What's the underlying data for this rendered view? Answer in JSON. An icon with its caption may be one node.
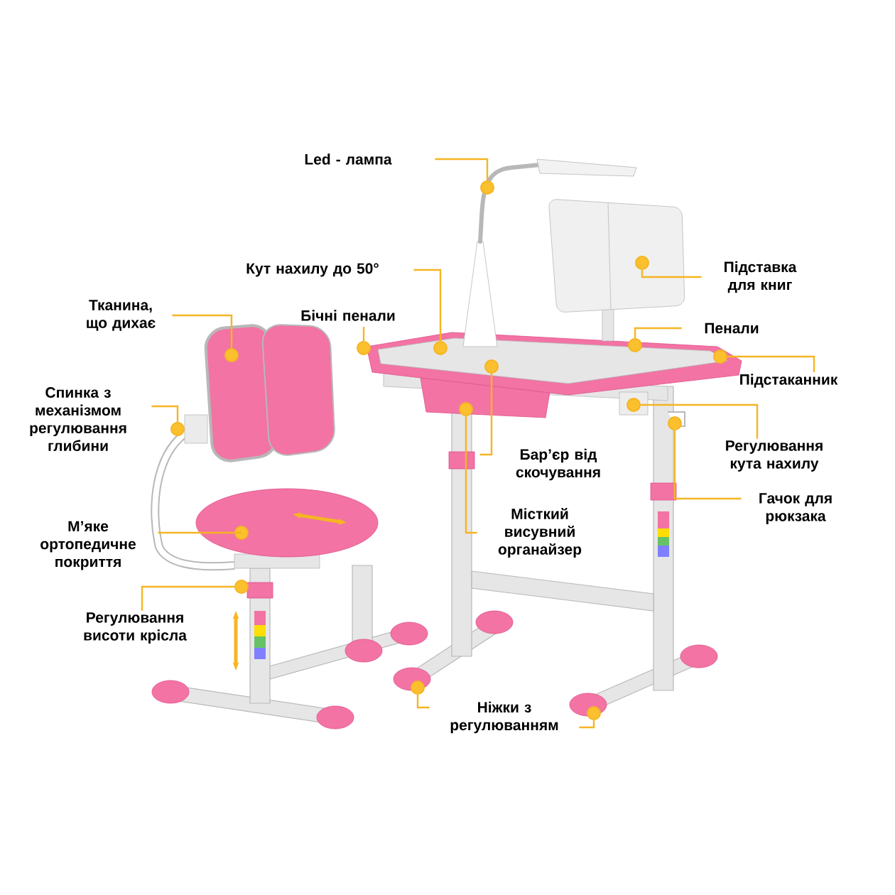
{
  "diagram": {
    "nodes": [
      {
        "text": [
          "Led - лампа"
        ]
      },
      {
        "text": [
          "Кут нахилу до 50°"
        ]
      },
      {
        "text": [
          "Тканина, що дихає"
        ]
      },
      {
        "text": [
          "Бічні пенали"
        ]
      },
      {
        "text": [
          "Спинка з механізмом регулювання глибини"
        ]
      },
      {
        "text": [
          "М’яке ортопедичне покриття"
        ]
      },
      {
        "text": [
          "Регулювання висоти крісла"
        ]
      },
      {
        "text": [
          "Ніжки з регулюванням"
        ]
      },
      {
        "text": [
          "Підставка для книг"
        ]
      },
      {
        "text": [
          "Пенали"
        ]
      },
      {
        "text": [
          "Підстаканник"
        ]
      },
      {
        "text": [
          "Регулювання кута нахилу"
        ]
      },
      {
        "text": [
          "Бар’єр від скочування"
        ]
      },
      {
        "text": [
          "Гачок для рюкзака"
        ]
      },
      {
        "text": [
          "Місткий висувний органайзер"
        ]
      },
      {
        "text": [],
        "shape": "circle"
      },
      {
        "text": [],
        "shape": "circle"
      },
      {
        "text": [],
        "shape": "circle"
      },
      {
        "text": [],
        "shape": "circle"
      },
      {
        "text": [],
        "shape": "circle"
      },
      {
        "text": [],
        "shape": "circle"
      },
      {
        "text": [],
        "shape": "circle"
      },
      {
        "text": [],
        "shape": "circle"
      },
      {
        "text": [],
        "shape": "circle"
      },
      {
        "text": [],
        "shape": "circle"
      },
      {
        "text": [],
        "shape": "circle"
      },
      {
        "text": [],
        "shape": "circle"
      },
      {
        "text": [],
        "shape": "circle"
      },
      {
        "text": [],
        "shape": "circle"
      },
      {
        "text": [],
        "shape": "circle"
      },
      {
        "text": [],
        "shape": "circle"
      }
    ],
    "edges": [
      {
        "from": 0,
        "to": 15,
        "arrow": "none"
      },
      {
        "from": 1,
        "to": 16,
        "arrow": "none"
      },
      {
        "from": 2,
        "to": 17,
        "arrow": "none"
      },
      {
        "from": 3,
        "to": 18,
        "arrow": "none"
      },
      {
        "from": 4,
        "to": 19,
        "arrow": "none"
      },
      {
        "from": 5,
        "to": 20,
        "arrow": "none"
      },
      {
        "from": 6,
        "to": 21,
        "arrow": "none"
      },
      {
        "from": 7,
        "to": 22,
        "arrow": "none"
      },
      {
        "from": 7,
        "to": 23,
        "arrow": "none"
      },
      {
        "from": 8,
        "to": 24,
        "arrow": "none"
      },
      {
        "from": 9,
        "to": 25,
        "arrow": "none"
      },
      {
        "from": 10,
        "to": 26,
        "arrow": "none"
      },
      {
        "from": 11,
        "to": 27,
        "arrow": "none"
      },
      {
        "from": 12,
        "to": 28,
        "arrow": "none"
      },
      {
        "from": 13,
        "to": 29,
        "arrow": "none"
      },
      {
        "from": 14,
        "to": 30,
        "arrow": "none"
      }
    ]
  }
}
